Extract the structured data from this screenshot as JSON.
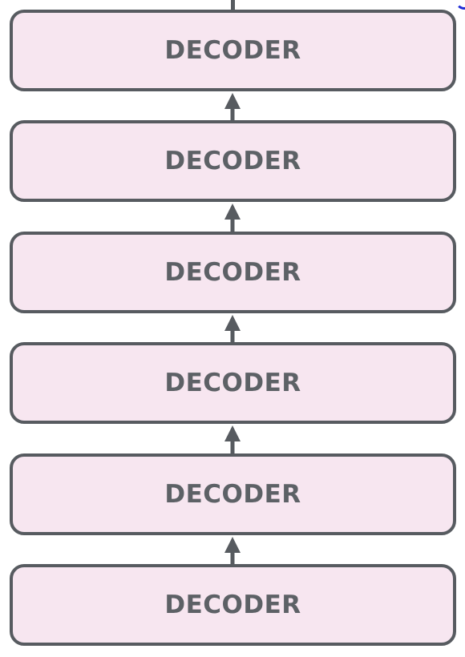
{
  "diagram": {
    "blocks": [
      {
        "label": "DECODER"
      },
      {
        "label": "DECODER"
      },
      {
        "label": "DECODER"
      },
      {
        "label": "DECODER"
      },
      {
        "label": "DECODER"
      },
      {
        "label": "DECODER"
      }
    ]
  },
  "colors": {
    "block_fill": "#f7e6f0",
    "block_border": "#575b60",
    "label_text": "#5d6166",
    "arrow": "#575b60",
    "corner_accent": "#1f2bd6"
  },
  "icons": {
    "connector": "up-arrow-icon"
  }
}
